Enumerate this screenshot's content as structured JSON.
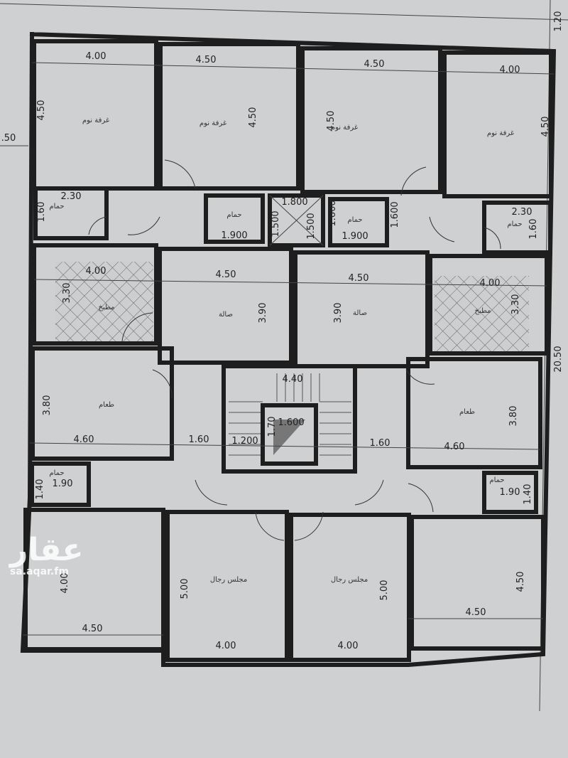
{
  "plan": {
    "rooms": {
      "bedroom": "غرفة نوم",
      "bathroom": "حمام",
      "kitchen": "مطبخ",
      "hall": "صالة",
      "dining": "طعام",
      "mens_majlis": "مجلس رجال"
    },
    "dimensions": [
      "4.00",
      "4.50",
      "4.50",
      "4.00",
      "1.20",
      ".50",
      "4.50",
      "4.50",
      "4.50",
      "4.50",
      "2.30",
      "1.60",
      "1.800",
      "1.500",
      "1.500",
      "1.900",
      "1.600",
      "1.900",
      "1.600",
      "2.30",
      "1.60",
      "4.00",
      "3.30",
      "4.50",
      "3.90",
      "4.50",
      "3.90",
      "4.00",
      "3.30",
      "20.50",
      "4.40",
      "3.80",
      "4.60",
      "1.60",
      "1.200",
      "1.600",
      "1.70",
      "1.60",
      "3.80",
      "4.60",
      "1.90",
      "1.40",
      "1.90",
      "1.40",
      "4.00",
      "4.50",
      "5.00",
      "4.00",
      "5.00",
      "4.00",
      "4.50",
      "4.50"
    ],
    "colors": {
      "paper": "#cfd0d2",
      "wall": "#1e1e1e",
      "hatch": "#555555"
    }
  },
  "watermark": {
    "logo_text": "عقار",
    "url": "sa.aqar.fm"
  }
}
